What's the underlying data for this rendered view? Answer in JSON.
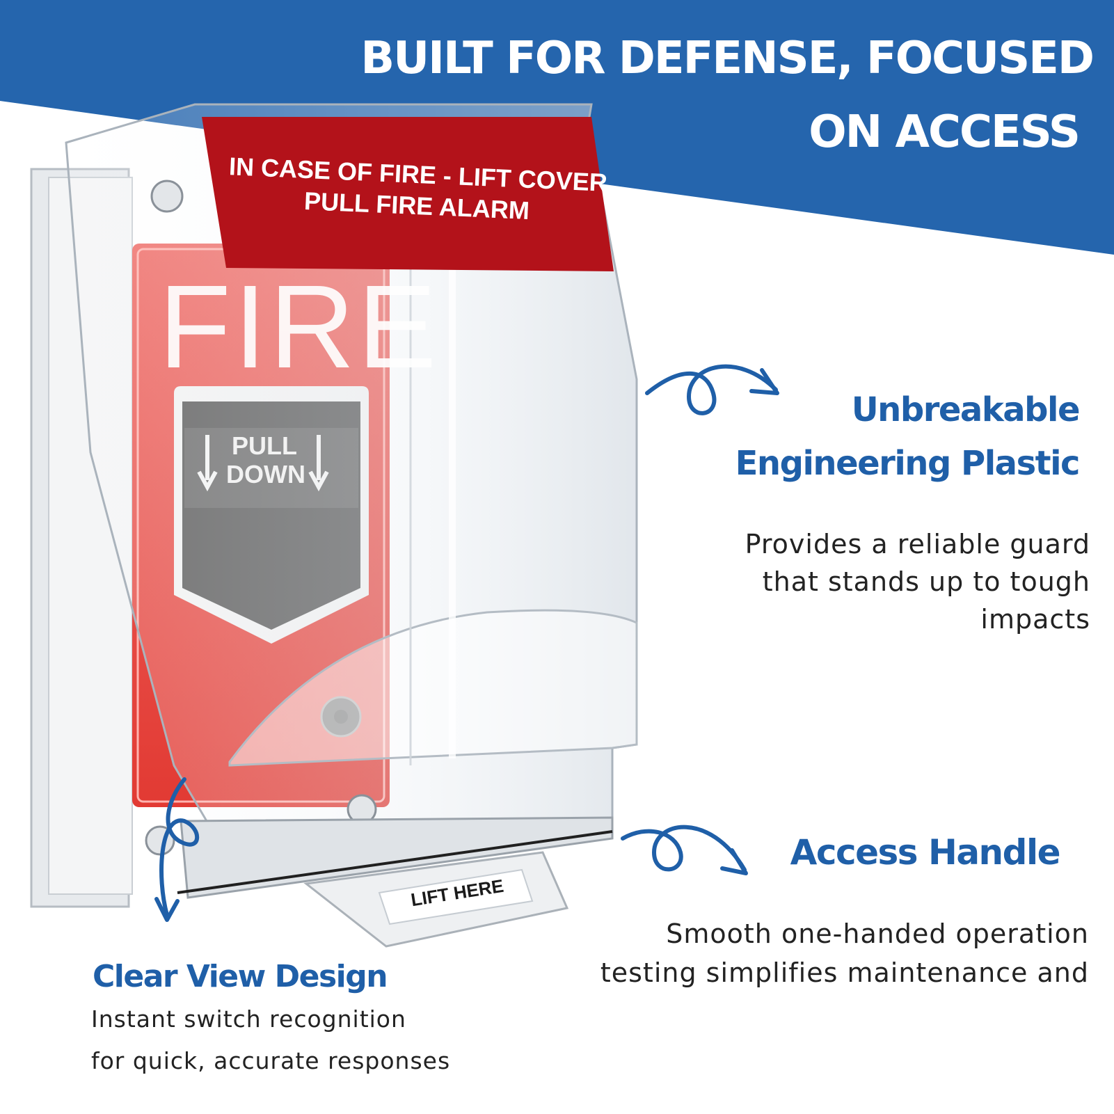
{
  "headline": {
    "line1": "BUILT FOR DEFENSE, FOCUSED",
    "line2": "ON ACCESS"
  },
  "product": {
    "cover_label_line1": "IN CASE OF FIRE - LIFT COVER",
    "cover_label_line2": "PULL FIRE ALARM",
    "station_label": "FIRE",
    "handle_line1": "PULL",
    "handle_line2": "DOWN",
    "lift_tab_label": "LIFT HERE"
  },
  "features": {
    "plastic": {
      "title_line1": "Unbreakable",
      "title_line2": "Engineering Plastic",
      "desc_line1": "Provides a reliable guard",
      "desc_line2": "that stands up to tough",
      "desc_line3": "impacts"
    },
    "handle": {
      "title": "Access Handle",
      "desc_line1": "Smooth one-handed operation",
      "desc_line2": "testing simplifies maintenance and"
    },
    "clear_view": {
      "title": "Clear View Design",
      "desc_line1": "Instant switch recognition",
      "desc_line2": "for quick, accurate responses"
    }
  },
  "colors": {
    "banner_blue": "#2565ad",
    "title_blue": "#1f5fa8",
    "alarm_red": "#e5453f",
    "label_red": "#b3121a",
    "body_text": "#222222"
  }
}
